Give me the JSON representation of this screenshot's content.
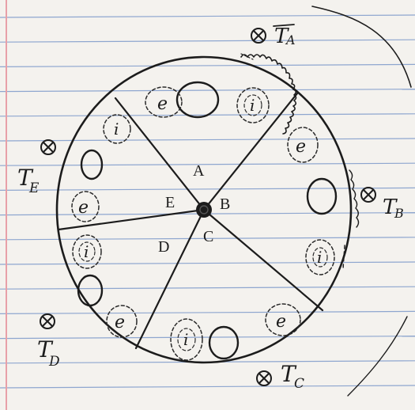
{
  "diagram": {
    "paper": {
      "background": "#f4f2ee",
      "rule_color": "#8ea6cf",
      "margin_line_color": "#e8a0a8",
      "ink_color": "#1c1c1c"
    },
    "sectors": [
      {
        "id": "A",
        "label": "A"
      },
      {
        "id": "B",
        "label": "B"
      },
      {
        "id": "C",
        "label": "C"
      },
      {
        "id": "D",
        "label": "D"
      },
      {
        "id": "E",
        "label": "E"
      }
    ],
    "terminals": [
      {
        "id": "TA",
        "main": "T",
        "sub": "A",
        "icon": "crossed-circle-icon"
      },
      {
        "id": "TB",
        "main": "T",
        "sub": "B",
        "icon": "crossed-circle-icon"
      },
      {
        "id": "TC",
        "main": "T",
        "sub": "C",
        "icon": "crossed-circle-icon"
      },
      {
        "id": "TD",
        "main": "T",
        "sub": "D",
        "icon": "crossed-circle-icon"
      },
      {
        "id": "TE",
        "main": "T",
        "sub": "E",
        "icon": "crossed-circle-icon"
      }
    ],
    "marks": {
      "electron": "e",
      "ion": "i"
    }
  }
}
